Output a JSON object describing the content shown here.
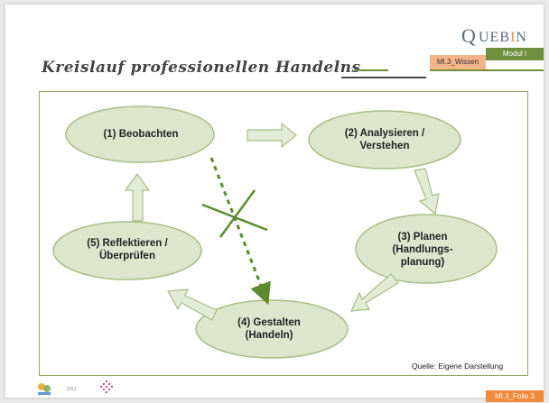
{
  "header": {
    "logo_q": "Q",
    "logo_rest": "UEB",
    "logo_bar": "I",
    "logo_end": "N",
    "modul": "Modul I",
    "section": "MI.3_Wissen",
    "title": "Kreislauf professionellen Handelns"
  },
  "diagram": {
    "nodes": [
      {
        "id": "n1",
        "label": "(1) Beobachten"
      },
      {
        "id": "n2",
        "label": "(2) Analysieren / Verstehen"
      },
      {
        "id": "n3",
        "label": "(3) Planen (Handlungs-planung)"
      },
      {
        "id": "n4",
        "label": "(4) Gestalten (Handeln)"
      },
      {
        "id": "n5",
        "label": "(5) Reflektieren / Überprüfen"
      }
    ],
    "source": "Quelle: Eigene Darstellung"
  },
  "footer": {
    "slide_label": "MI.3_Folie 3",
    "partner_text": "ZIKJ"
  },
  "colors": {
    "node_fill": "#dde6cd",
    "node_stroke": "#a9bd86",
    "arrow_fill": "#e3ebd6",
    "arrow_stroke": "#a9bd86",
    "dashed": "#5c8a2e",
    "accent_orange": "#f08a3a",
    "accent_green": "#6f8f40"
  }
}
